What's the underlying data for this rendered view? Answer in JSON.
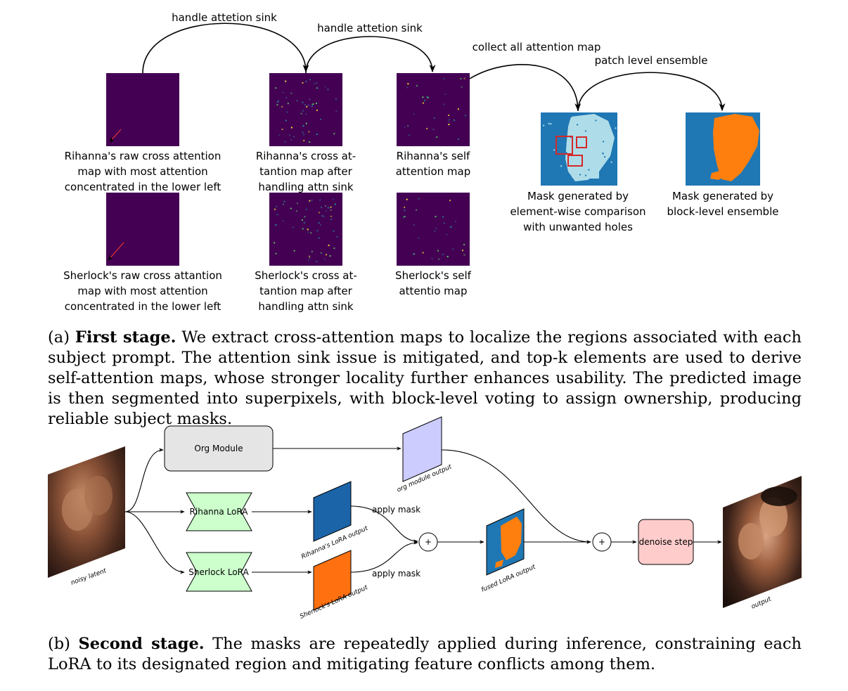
{
  "stage1": {
    "arrows": {
      "sink1": "handle attetion sink",
      "sink2": "handle attetion sink",
      "collect": "collect all attention map",
      "patch": "patch level ensemble"
    },
    "maps": {
      "rihanna_raw": [
        "Rihanna's raw cross attention",
        "map with most attention",
        "concentrated in the lower left"
      ],
      "rihanna_cross": [
        "Rihanna's cross at-",
        "tantion map after",
        "handling attn sink"
      ],
      "rihanna_self": [
        "Rihanna's self",
        "attention map"
      ],
      "sherlock_raw": [
        "Sherlock's raw cross attantion",
        "map with most attention",
        "concentrated in the lower left"
      ],
      "sherlock_cross": [
        "Sherlock's cross at-",
        "tantion map after",
        "handling attn sink"
      ],
      "sherlock_self": [
        "Sherlock's self",
        "attentio map"
      ],
      "mask_element": [
        "Mask generated by",
        "element-wise comparison",
        "with unwanted holes"
      ],
      "mask_block": [
        "Mask generated by",
        "block-level ensemble"
      ]
    },
    "caption": {
      "prefix": "(a) ",
      "bold": "First stage.",
      "text": " We extract cross-attention maps to localize the regions associated with each subject prompt. The attention sink issue is mitigated, and top-k elements are used to derive self-attention maps, whose stronger locality further enhances usability. The predicted image is then segmented into superpixels, with block-level voting to assign ownership, producing reliable subject masks."
    }
  },
  "stage2": {
    "nodes": {
      "org_module": "Org Module",
      "rihanna_lora": "Rihanna LoRA",
      "sherlock_lora": "Sherlock LoRA",
      "denoise": "denoise step",
      "plus": "+"
    },
    "edges": {
      "apply_mask_1": "apply mask",
      "apply_mask_2": "apply mask"
    },
    "outputs": {
      "noisy_latent": "noisy latent",
      "org_out": "org module output",
      "rihanna_out": "Rihanna's LoRA output",
      "sherlock_out": "Sherlock's LoRA output",
      "fused_out": "fused LoRA output",
      "final_out": "output"
    },
    "caption": {
      "prefix": "(b) ",
      "bold": "Second stage.",
      "text": " The masks are repeatedly applied during inference, constraining each LoRA to its designated region and mitigating feature conflicts among them."
    }
  },
  "colors": {
    "attn_bg": "#440154",
    "mask_blue": "#1f77b4",
    "mask_light": "#aedde9",
    "mask_orange": "#ff7f0e",
    "org_box": "#e5e5e5",
    "lora_green": "#ccffcc",
    "org_out": "#ccccff",
    "denoise": "#ffcccc"
  }
}
